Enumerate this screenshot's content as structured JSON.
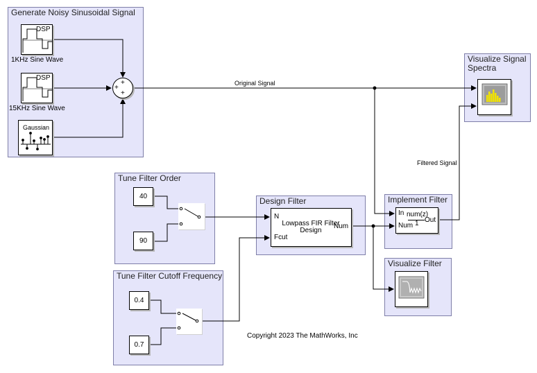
{
  "areas": {
    "generate": "Generate Noisy Sinusoidal Signal",
    "spectra": "Visualize Signal Spectra",
    "order": "Tune Filter Order",
    "cutoff": "Tune Filter Cutoff Frequency",
    "design": "Design Filter",
    "implement": "Implement Filter",
    "vis_filter": "Visualize Filter"
  },
  "blocks": {
    "sine1": {
      "tag": "DSP",
      "label": "1KHz Sine Wave"
    },
    "sine2": {
      "tag": "DSP",
      "label": "15KHz Sine Wave"
    },
    "noise": {
      "tag": "Gaussian"
    },
    "sum_signs": [
      "+",
      "+",
      "+"
    ],
    "order_values": [
      "40",
      "90"
    ],
    "cutoff_values": [
      "0.4",
      "0.7"
    ],
    "fir": {
      "title": "Lowpass FIR Filter Design",
      "in1": "N",
      "in2": "Fcut",
      "out": "Num"
    },
    "tf": {
      "in1": "In",
      "in2": "Num",
      "num": "num(z)",
      "den": "1",
      "out": "Out"
    }
  },
  "signals": {
    "original": "Original Signal",
    "filtered": "Filtered Signal"
  },
  "copyright": "Copyright 2023 The MathWorks, Inc"
}
